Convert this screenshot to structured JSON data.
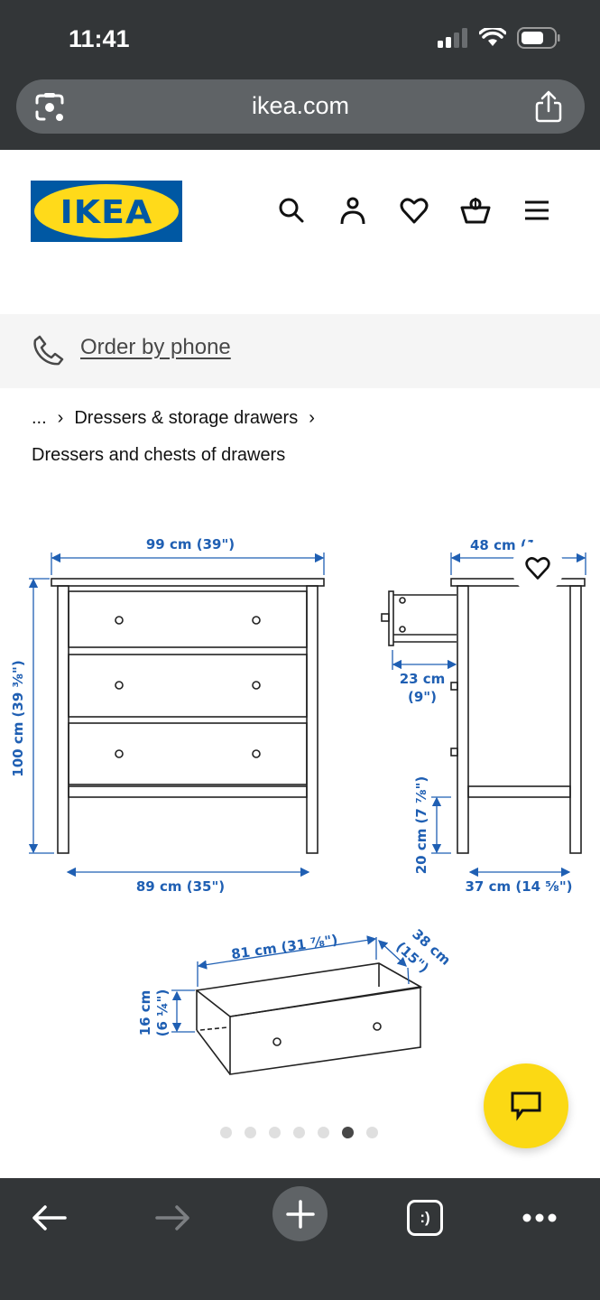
{
  "status_bar": {
    "time": "11:41",
    "signal": "2-of-4-bars",
    "wifi": "full",
    "battery": "about-60-percent"
  },
  "browser": {
    "url": "ikea.com",
    "icons": [
      "lens-icon",
      "share-icon"
    ]
  },
  "header": {
    "logo_text": "IKEA",
    "icons": [
      "search-icon",
      "account-icon",
      "heart-icon",
      "basket-icon",
      "menu-icon"
    ]
  },
  "phone_bar": {
    "label": "Order by phone",
    "icon": "phone-icon"
  },
  "breadcrumb": {
    "ellipsis": "...",
    "separator": "›",
    "parent": "Dressers & storage drawers",
    "current": "Dressers and chests of drawers"
  },
  "diagram": {
    "front": {
      "width_top": "99 cm (39\")",
      "height": "100 cm (39 ⅜\")",
      "width_bottom": "89 cm (35\")"
    },
    "side": {
      "depth_top": "48 cm (1",
      "drawer_extension_cm": "23 cm",
      "drawer_extension_in": "(9\")",
      "leg_height": "20 cm (7 ⅞\")",
      "depth_bottom": "37 cm (14 ⅝\")"
    },
    "drawer": {
      "width": "81 cm (31 ⅞\")",
      "depth_cm": "38 cm",
      "depth_in": "(15\")",
      "height_cm": "16 cm",
      "height_in": "(6 ¼\")"
    }
  },
  "carousel": {
    "total_dots": 7,
    "active_index": 5
  },
  "fab": {
    "icon": "chat-icon"
  },
  "browser_bottom": {
    "buttons": [
      "back-icon",
      "forward-icon",
      "new-tab-icon",
      "tabs-icon",
      "more-icon"
    ],
    "tabs_label": ":)"
  },
  "colors": {
    "ikea_blue": "#0058a3",
    "ikea_yellow": "#ffda1a",
    "dimension_blue": "#1f5fb3",
    "chrome_dark": "#333638"
  }
}
